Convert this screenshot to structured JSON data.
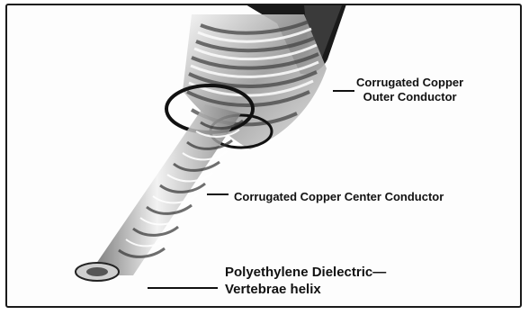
{
  "labels": {
    "outer_conductor": [
      "Corrugated Copper",
      "Outer Conductor"
    ],
    "center_conductor": "Corrugated Copper Center Conductor",
    "dielectric": [
      "Polyethylene Dielectric—",
      "Vertebrae helix"
    ]
  },
  "colors": {
    "ink": "#111111",
    "jacket": "#1a1a1a",
    "metal_light": "#e6e6e6",
    "metal_dark": "#6e6e6e"
  }
}
